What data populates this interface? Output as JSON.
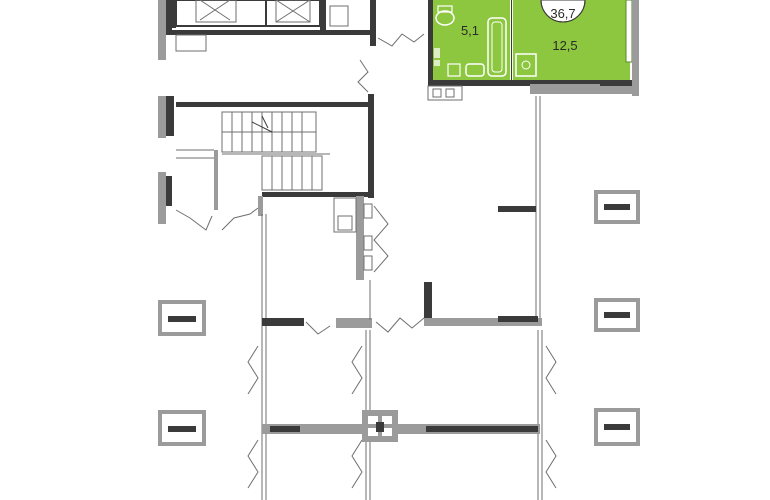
{
  "plan": {
    "area_total": "36,7",
    "room_bath": "5,1",
    "room_main": "12,5"
  },
  "colors": {
    "apartment_fill": "#8dc73f",
    "apartment_outline": "#5a8a2a",
    "wall_dark": "#3a3a3a",
    "wall_grey": "#9b9b9b",
    "thin_line": "#6f6f6f"
  }
}
